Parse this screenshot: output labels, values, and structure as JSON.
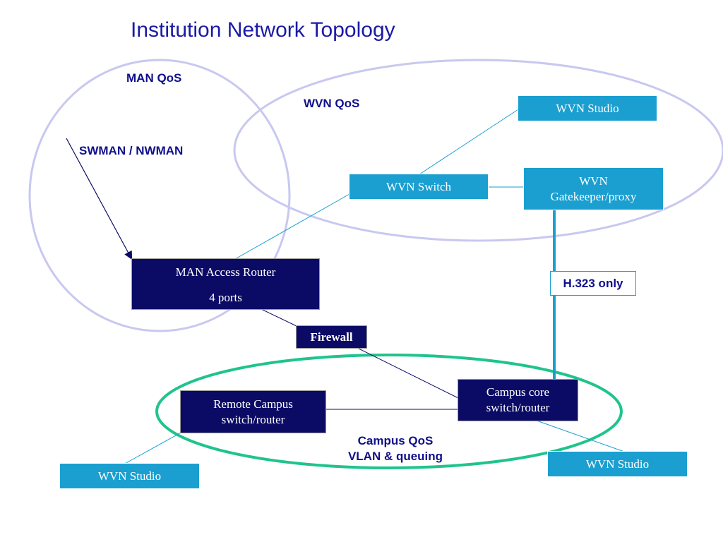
{
  "title": "Institution Network Topology",
  "labels": {
    "man_qos": "MAN QoS",
    "wvn_qos": "WVN QoS",
    "swman": "SWMAN / NWMAN",
    "campus_qos_line1": "Campus QoS",
    "campus_qos_line2": "VLAN & queuing",
    "h323": "H.323 only"
  },
  "nodes": {
    "wvn_studio_top": "WVN Studio",
    "wvn_switch": "WVN Switch",
    "wvn_gatekeeper_line1": "WVN",
    "wvn_gatekeeper_line2": "Gatekeeper/proxy",
    "man_router_line1": "MAN Access Router",
    "man_router_line2": "4 ports",
    "firewall": "Firewall",
    "campus_core_line1": "Campus core",
    "campus_core_line2": "switch/router",
    "remote_campus_line1": "Remote Campus",
    "remote_campus_line2": "switch/router",
    "wvn_studio_left": "WVN Studio",
    "wvn_studio_right": "WVN Studio"
  },
  "colors": {
    "cyan_box": "#1a9fd0",
    "navy_box": "#0b0b66",
    "region_outline": "#c8c8f0",
    "campus_outline": "#1fc48c",
    "label_text": "#0f0f8c"
  }
}
